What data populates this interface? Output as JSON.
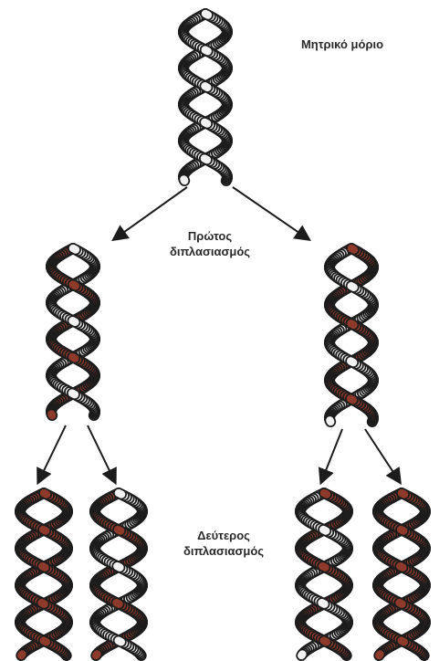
{
  "labels": {
    "parent_molecule": "Μητρικό μόριο",
    "first_replication": [
      "Πρώτος",
      "διπλασιασμός"
    ],
    "second_replication": [
      "Δεύτερος",
      "διπλασιασμός"
    ]
  },
  "colors": {
    "old_strand": "#f2f2f2",
    "new_strand": "#8e3a2b",
    "outline": "#1c1c1c",
    "arrow": "#1c1c1c"
  },
  "helices": [
    {
      "name": "parent-helix",
      "strands": [
        "old",
        "old"
      ]
    },
    {
      "name": "first-gen-left-helix",
      "strands": [
        "old",
        "new"
      ]
    },
    {
      "name": "first-gen-right-helix",
      "strands": [
        "new",
        "old"
      ]
    },
    {
      "name": "second-gen-helix-1",
      "strands": [
        "new",
        "new"
      ]
    },
    {
      "name": "second-gen-helix-2",
      "strands": [
        "old",
        "new"
      ]
    },
    {
      "name": "second-gen-helix-3",
      "strands": [
        "new",
        "old"
      ]
    },
    {
      "name": "second-gen-helix-4",
      "strands": [
        "new",
        "new"
      ]
    }
  ]
}
